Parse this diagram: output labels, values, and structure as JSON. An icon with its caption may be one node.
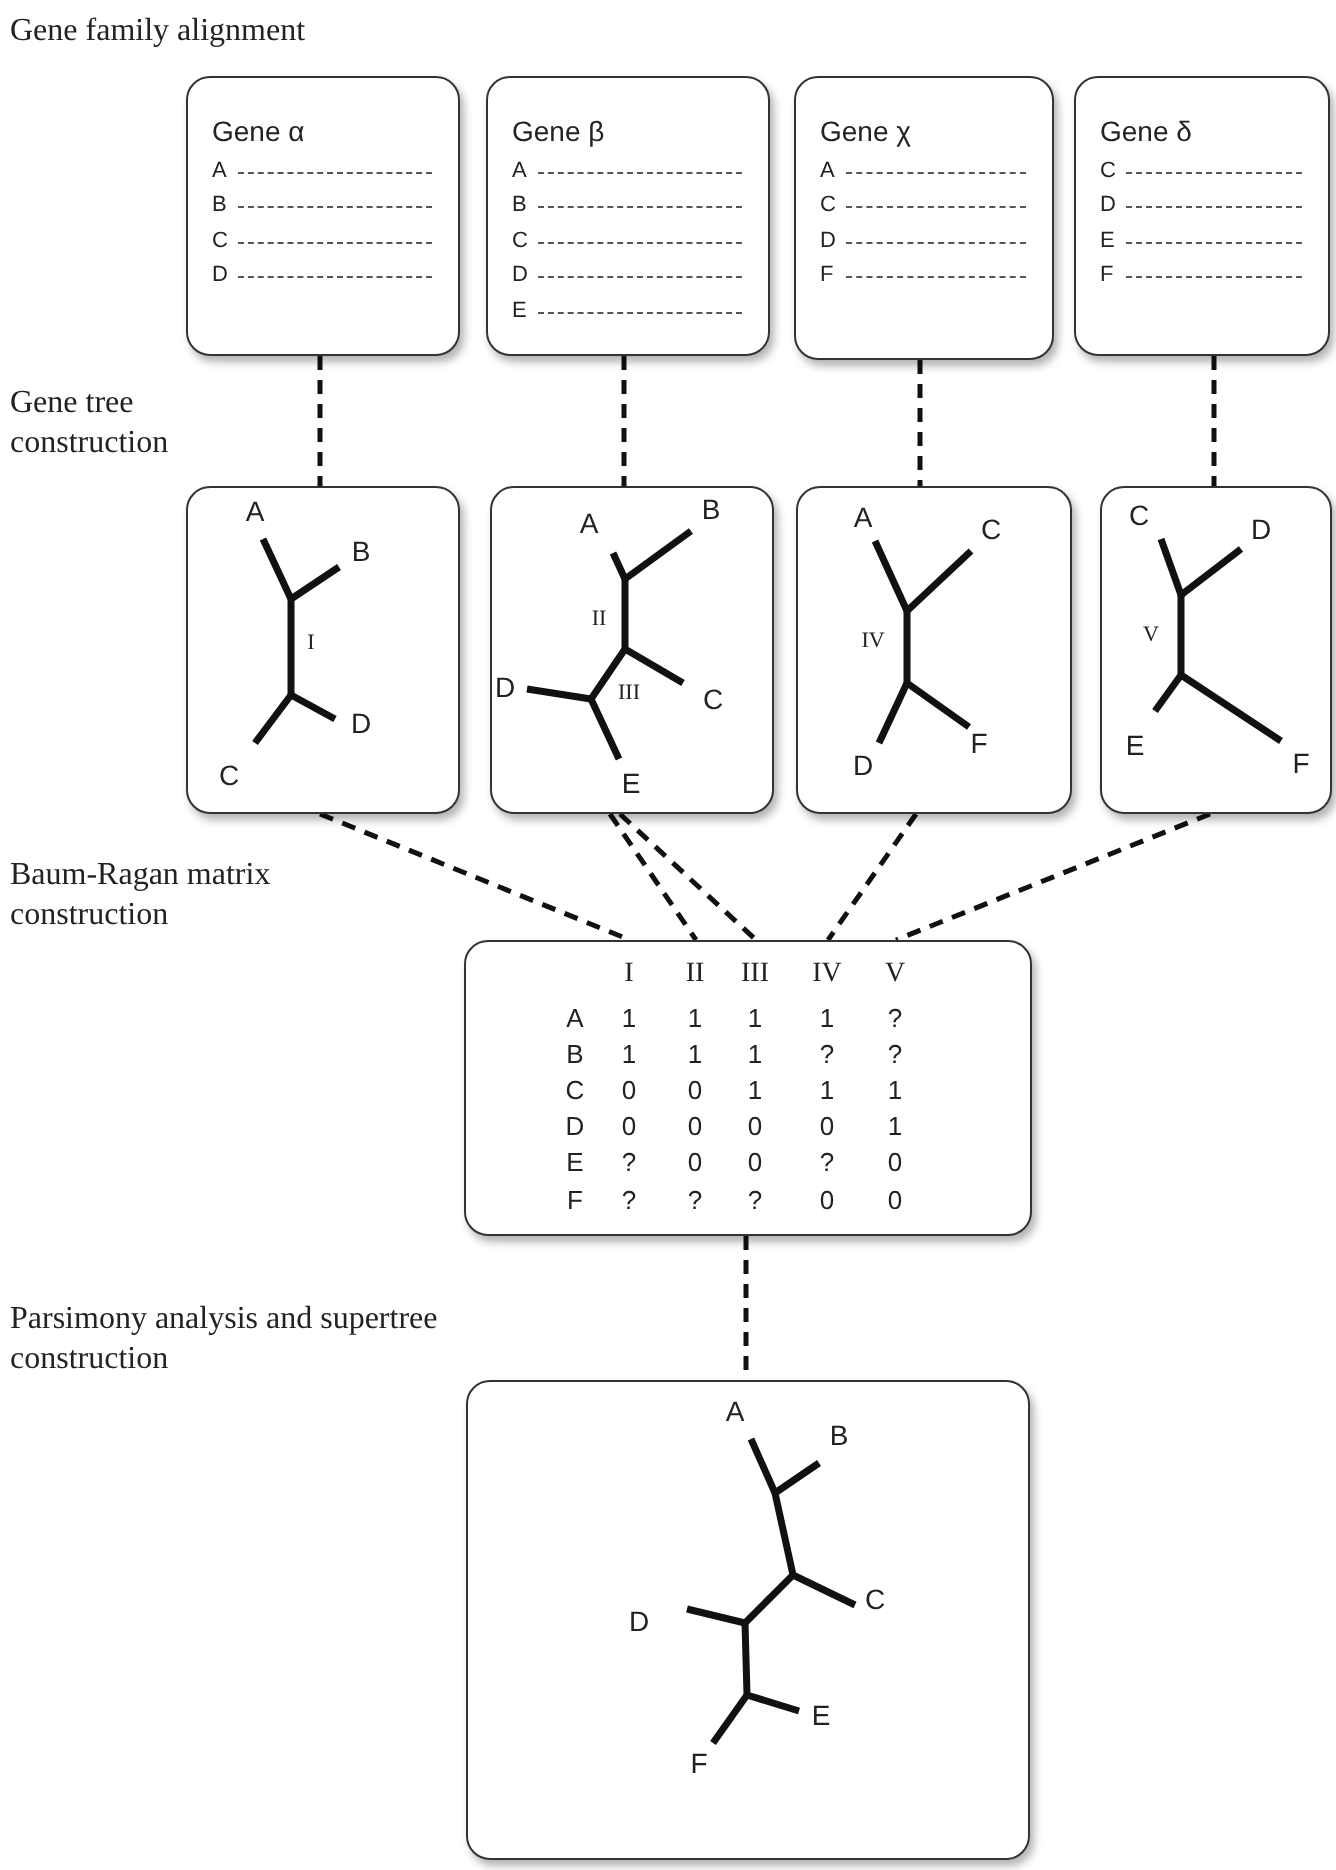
{
  "diagram": {
    "nodes": [
      {
        "text": [
          "Gene α",
          "A",
          "B",
          "C",
          "D"
        ]
      },
      {
        "text": [
          "Gene β",
          "A",
          "B",
          "C",
          "D",
          "E"
        ]
      },
      {
        "text": [
          "Gene χ",
          "A",
          "C",
          "D",
          "F"
        ]
      },
      {
        "text": [
          "Gene δ",
          "C",
          "D",
          "E",
          "F"
        ]
      },
      {
        "text": [
          "A",
          "B",
          "I",
          "D",
          "C"
        ]
      },
      {
        "text": [
          "B",
          "A",
          "II",
          "D",
          "III",
          "C",
          "E"
        ]
      },
      {
        "text": [
          "A",
          "C",
          "IV",
          "F",
          "D"
        ]
      },
      {
        "text": [
          "C",
          "D",
          "V",
          "E",
          "F"
        ]
      },
      {
        "text": [
          "I",
          "II",
          "III",
          "IV",
          "V",
          "A",
          "1",
          "1",
          "1",
          "1",
          "?",
          "B",
          "1",
          "1",
          "1",
          "?",
          "?",
          "C",
          "0",
          "0",
          "1",
          "1",
          "1",
          "D",
          "0",
          "0",
          "0",
          "0",
          "1",
          "E",
          "?",
          "0",
          "0",
          "?",
          "0",
          "F",
          "?",
          "?",
          "?",
          "0",
          "0"
        ]
      },
      {
        "text": [
          "A",
          "B",
          "C",
          "D",
          "E",
          "F"
        ]
      }
    ],
    "edges": [
      {
        "from": 0,
        "to": 4,
        "arrow": "none",
        "style": "dashed"
      },
      {
        "from": 1,
        "to": 5,
        "arrow": "none",
        "style": "dashed"
      },
      {
        "from": 2,
        "to": 6,
        "arrow": "none",
        "style": "dashed"
      },
      {
        "from": 3,
        "to": 7,
        "arrow": "none",
        "style": "dashed"
      },
      {
        "from": 4,
        "to": 8,
        "arrow": "none",
        "style": "dashed"
      },
      {
        "from": 5,
        "to": 8,
        "arrow": "none",
        "style": "dashed"
      },
      {
        "from": 5,
        "to": 8,
        "arrow": "none",
        "style": "dashed"
      },
      {
        "from": 6,
        "to": 8,
        "arrow": "none",
        "style": "dashed"
      },
      {
        "from": 7,
        "to": 8,
        "arrow": "none",
        "style": "dashed"
      },
      {
        "from": 8,
        "to": 9,
        "arrow": "none",
        "style": "dashed"
      }
    ],
    "labels": [
      "Gene family alignment",
      "Gene tree construction",
      "Baum-Ragan matrix construction",
      "Parsimony analysis and supertree construction"
    ]
  }
}
